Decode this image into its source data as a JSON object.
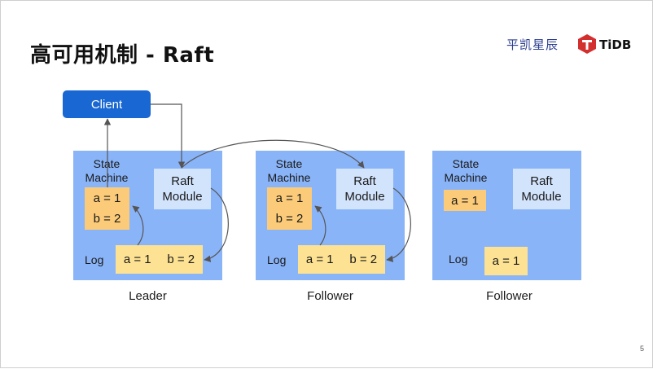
{
  "slide": {
    "title": "高可用机制 - Raft",
    "brand_cn": "平凯星辰",
    "brand_name": "TiDB",
    "page_number": "5"
  },
  "client": {
    "label": "Client"
  },
  "nodes": [
    {
      "caption": "Leader",
      "state_machine_label": [
        "State",
        "Machine"
      ],
      "raft_label": [
        "Raft",
        "Module"
      ],
      "state_values": [
        "a = 1",
        "b = 2"
      ],
      "log_label": "Log",
      "log_entries": [
        "a = 1",
        "b = 2"
      ]
    },
    {
      "caption": "Follower",
      "state_machine_label": [
        "State",
        "Machine"
      ],
      "raft_label": [
        "Raft",
        "Module"
      ],
      "state_values": [
        "a = 1",
        "b = 2"
      ],
      "log_label": "Log",
      "log_entries": [
        "a = 1",
        "b = 2"
      ]
    },
    {
      "caption": "Follower",
      "state_machine_label": [
        "State",
        "Machine"
      ],
      "raft_label": [
        "Raft",
        "Module"
      ],
      "state_values": [
        "a = 1"
      ],
      "log_label": "Log",
      "log_entries": [
        "a = 1"
      ]
    }
  ],
  "colors": {
    "client": "#1967d2",
    "node_bg": "#8ab4f8",
    "raft_module": "#d2e3fc",
    "state": "#fbcb79",
    "log": "#fde293",
    "logo": "#d32f2f"
  }
}
